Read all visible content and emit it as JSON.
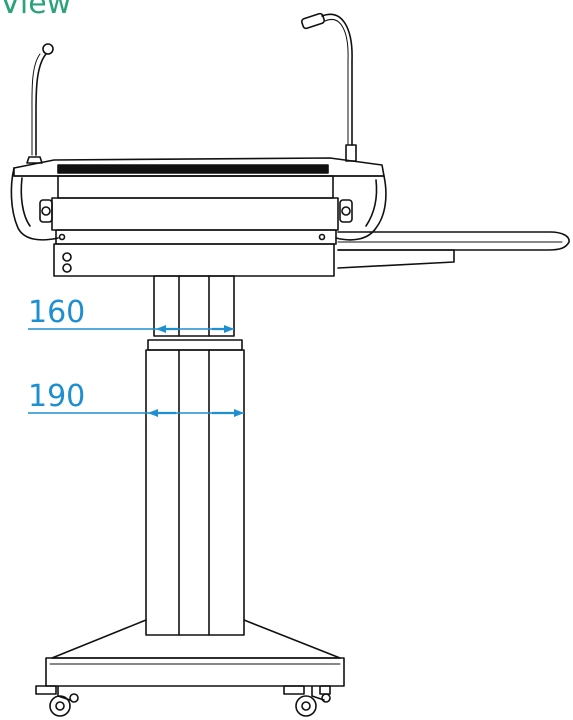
{
  "header": {
    "title": "View"
  },
  "dimensions": {
    "upper_column_width": "160",
    "lower_column_width": "190"
  },
  "colors": {
    "title": "#2aa37b",
    "dimension": "#1e8fd0",
    "line": "#111111",
    "background": "#ffffff"
  }
}
